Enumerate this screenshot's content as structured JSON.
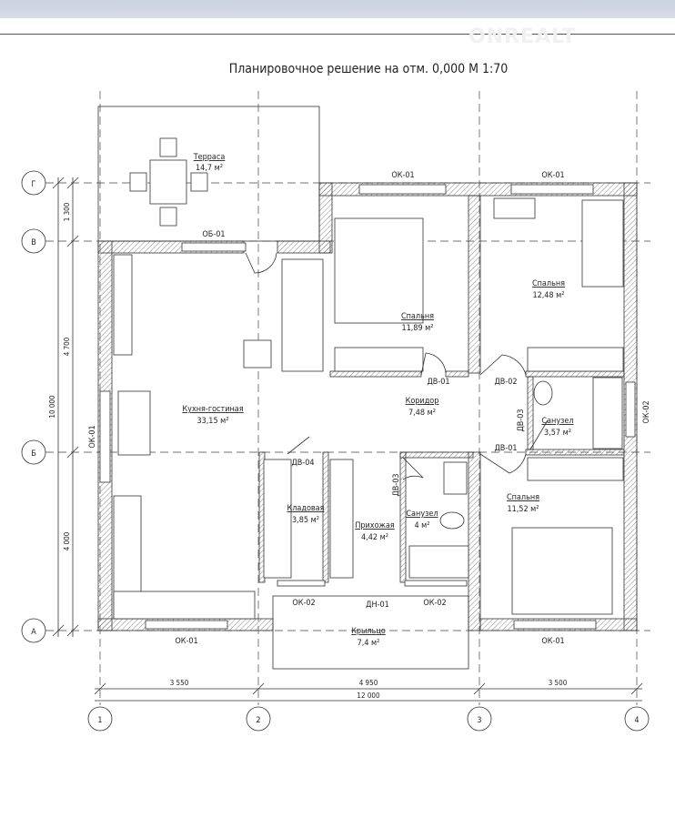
{
  "header": {
    "watermark": "ONREALT"
  },
  "title": "Планировочное решение на отм. 0,000 М 1:70",
  "axes": {
    "rows": [
      "Г",
      "В",
      "Б",
      "А"
    ],
    "columns": [
      "1",
      "2",
      "3",
      "4"
    ]
  },
  "dimensions": {
    "left": [
      "1 300",
      "4 700",
      "4 000"
    ],
    "left_total": "10 000",
    "bottom": [
      "3 550",
      "4 950",
      "3 500"
    ],
    "bottom_total": "12 000"
  },
  "rooms": [
    {
      "name": "Терраса",
      "area": "14,7 м²"
    },
    {
      "name": "Спальня",
      "area": "11,89 м²"
    },
    {
      "name": "Спальня",
      "area": "12,48 м²"
    },
    {
      "name": "Кухня-гостиная",
      "area": "33,15 м²"
    },
    {
      "name": "Коридор",
      "area": "7,48 м²"
    },
    {
      "name": "Санузел",
      "area": "3,57 м²"
    },
    {
      "name": "Кладовая",
      "area": "3,85 м²"
    },
    {
      "name": "Прихожая",
      "area": "4,42 м²"
    },
    {
      "name": "Санузел",
      "area": "4 м²"
    },
    {
      "name": "Спальня",
      "area": "11,52 м²"
    },
    {
      "name": "Крыльцо",
      "area": "7,4 м²"
    }
  ],
  "marks": {
    "ok01_top1": "ОК-01",
    "ok01_top2": "ОК-01",
    "ob01": "ОБ-01",
    "ok01_left": "ОК-01",
    "ok02_right": "ОК-02",
    "dv01_a": "ДВ-01",
    "dv02": "ДВ-02",
    "dv03_a": "ДВ-03",
    "dv01_b": "ДВ-01",
    "dv04": "ДВ-04",
    "dv03_b": "ДВ-03",
    "ok02_a": "ОК-02",
    "dn01": "ДН-01",
    "ok02_b": "ОК-02",
    "ok01_bot1": "ОК-01",
    "ok01_bot2": "ОК-01"
  }
}
